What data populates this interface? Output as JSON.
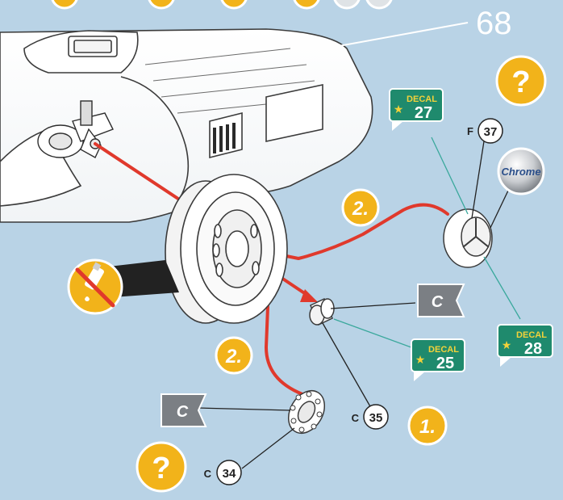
{
  "page": {
    "number": "68",
    "background_color": "#b9d3e6",
    "accent_color": "#f2b31a",
    "arrow_color": "#e0392c",
    "decal_color": "#1f8a6d",
    "leader_line_color": "#3aa89c"
  },
  "steps": [
    {
      "label": "2."
    },
    {
      "label": "2."
    },
    {
      "label": "1."
    }
  ],
  "help_badges": [
    {
      "label": "?"
    },
    {
      "label": "?"
    }
  ],
  "decals": [
    {
      "word": "DECAL",
      "number": "27"
    },
    {
      "word": "DECAL",
      "number": "28"
    },
    {
      "word": "DECAL",
      "number": "25"
    }
  ],
  "parts": [
    {
      "group": "F",
      "number": "37"
    },
    {
      "group": "C",
      "number": "35"
    },
    {
      "group": "C",
      "number": "34"
    }
  ],
  "paint_flags": [
    {
      "label": "C"
    },
    {
      "label": "C"
    }
  ],
  "chrome_badge": {
    "label": "Chrome"
  },
  "warning": {
    "icon": "no-glue-icon"
  }
}
